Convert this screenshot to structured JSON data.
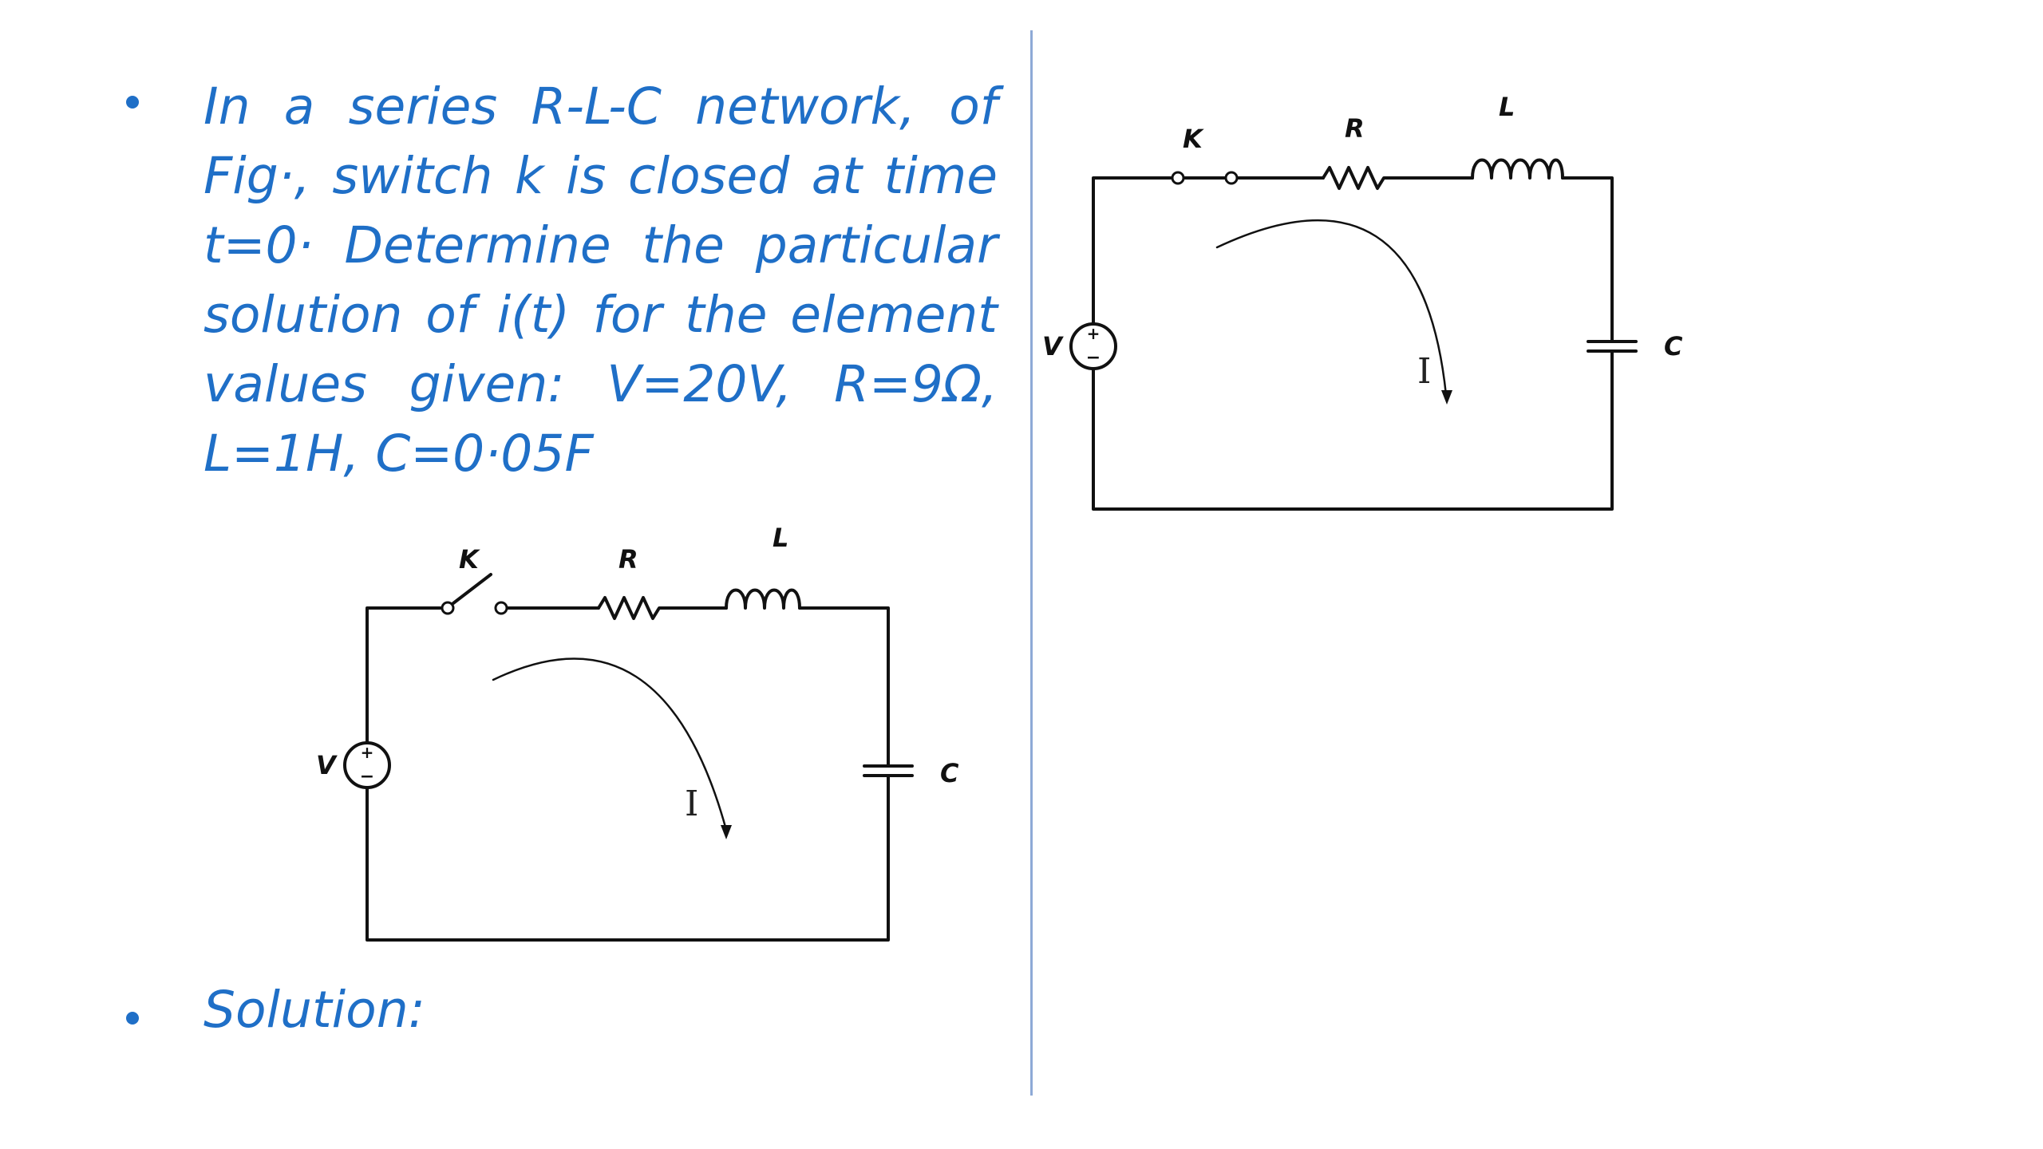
{
  "problem": {
    "text": "In a series R-L-C network, of Fig·, switch k is closed at time t=0· Determine the particular solution of i(t) for the element values given: V=20V, R=9Ω, L=1H, C=0·05F"
  },
  "solution": {
    "label": "Solution:"
  },
  "circuit": {
    "labels": {
      "switch": "K",
      "resistor": "R",
      "inductor": "L",
      "source": "V",
      "capacitor": "C",
      "current": "I"
    }
  },
  "colors": {
    "text": "#1f6fc7",
    "divider": "#8eaad6",
    "wire": "#111111"
  }
}
